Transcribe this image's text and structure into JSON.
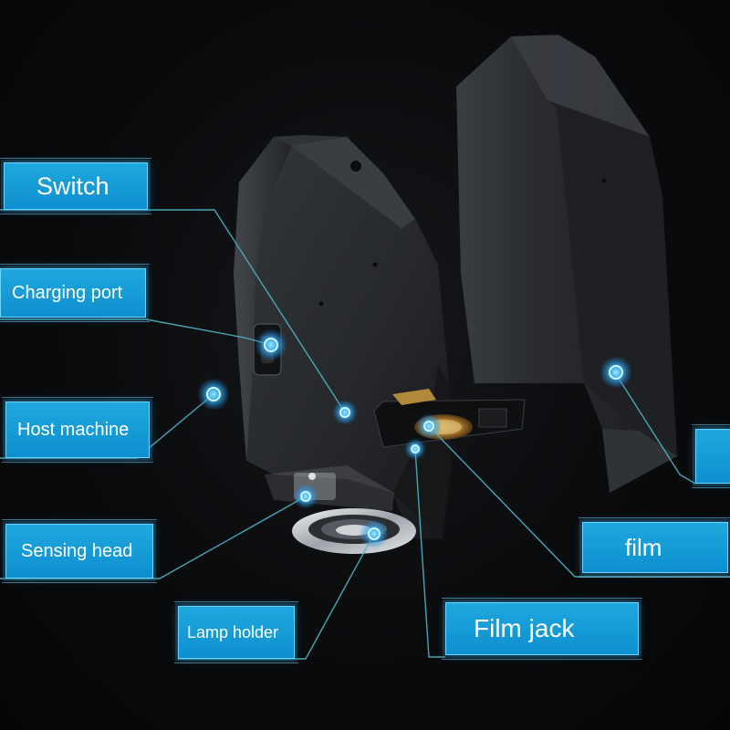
{
  "labels": {
    "switch": "Switch",
    "charging_port": "Charging port",
    "host_machine": "Host machine",
    "sensing_head": "Sensing head",
    "lamp_holder": "Lamp holder",
    "film": "film",
    "film_jack": "Film jack",
    "right_partial": ""
  },
  "colors": {
    "background": "#0a0b0d",
    "label_fill": "#1698d6",
    "label_border": "#6fd4ff",
    "leader_line": "#4fb6c6",
    "hotspot": "#3ab8ff",
    "housing": "#2c2f34"
  },
  "icons": [
    "hotspot-icon"
  ]
}
